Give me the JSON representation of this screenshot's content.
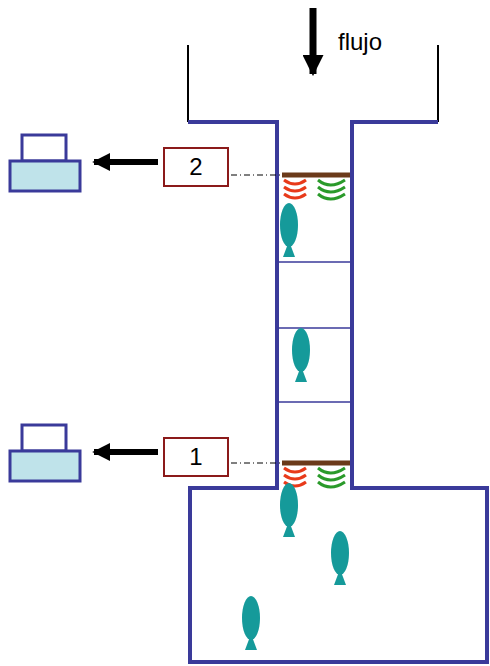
{
  "diagram": {
    "nodes": [
      {
        "text": [
          "2"
        ]
      },
      {
        "text": [
          "1"
        ]
      }
    ],
    "labels": [
      "flujo"
    ]
  }
}
